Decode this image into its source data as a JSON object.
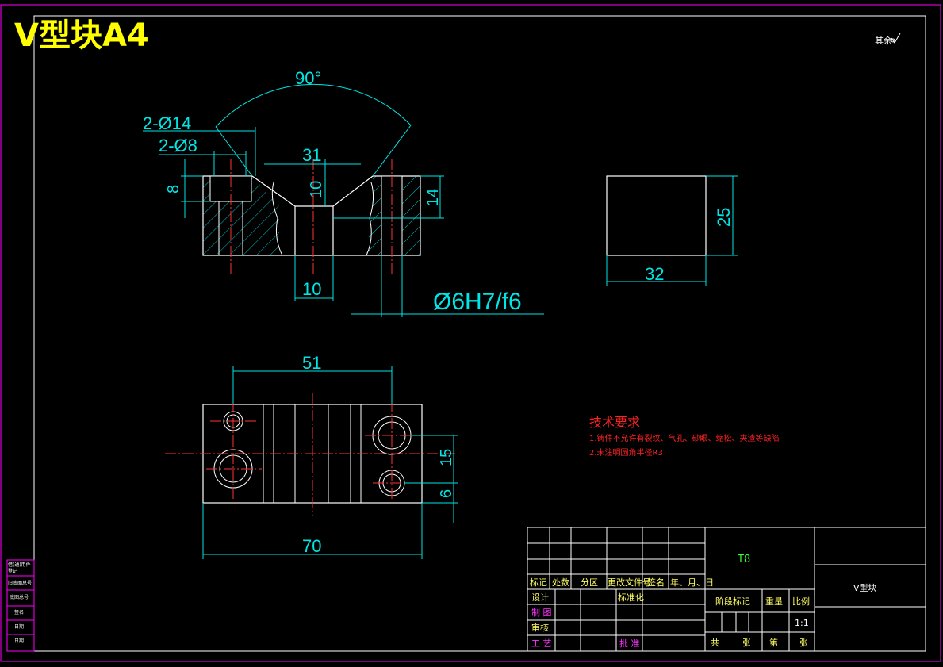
{
  "title": "V型块A4",
  "roughness_note": "其余",
  "dimensions": {
    "angle": "90°",
    "hole_large": "2-Ø14",
    "hole_small": "2-Ø8",
    "v_width": "31",
    "depth_8": "8",
    "depth_10": "10",
    "height_14": "14",
    "bottom_10": "10",
    "fit": "Ø6H7/f6",
    "side_width": "32",
    "side_height": "25",
    "hole_pitch": "51",
    "total_length": "70",
    "offset_15": "15",
    "offset_6": "6"
  },
  "tech_requirements": {
    "heading": "技术要求",
    "items": [
      "1.铸件不允许有裂纹、气孔、砂眼、缩松、夹渣等缺陷",
      "2.未注明圆角半径R3"
    ]
  },
  "title_block": {
    "material": "T8",
    "part_name": "V型块",
    "headers": [
      "标记",
      "处数",
      "分区",
      "更改文件号",
      "签名",
      "年、月、日"
    ],
    "design": "设计",
    "standardize": "标准化",
    "drafting": "制 图",
    "review": "审核",
    "process": "工 艺",
    "approve": "批 准",
    "stage_mark": "阶段标记",
    "weight": "重量",
    "scale_label": "比例",
    "scale_value": "1:1",
    "total": "共",
    "sheets": "张",
    "sheet_no": "第",
    "sheet_unit": "张"
  },
  "side_labels": [
    "借(通)用件",
    "登记",
    "旧底图总号",
    "底图总号",
    "签名",
    "日期",
    "日期"
  ]
}
